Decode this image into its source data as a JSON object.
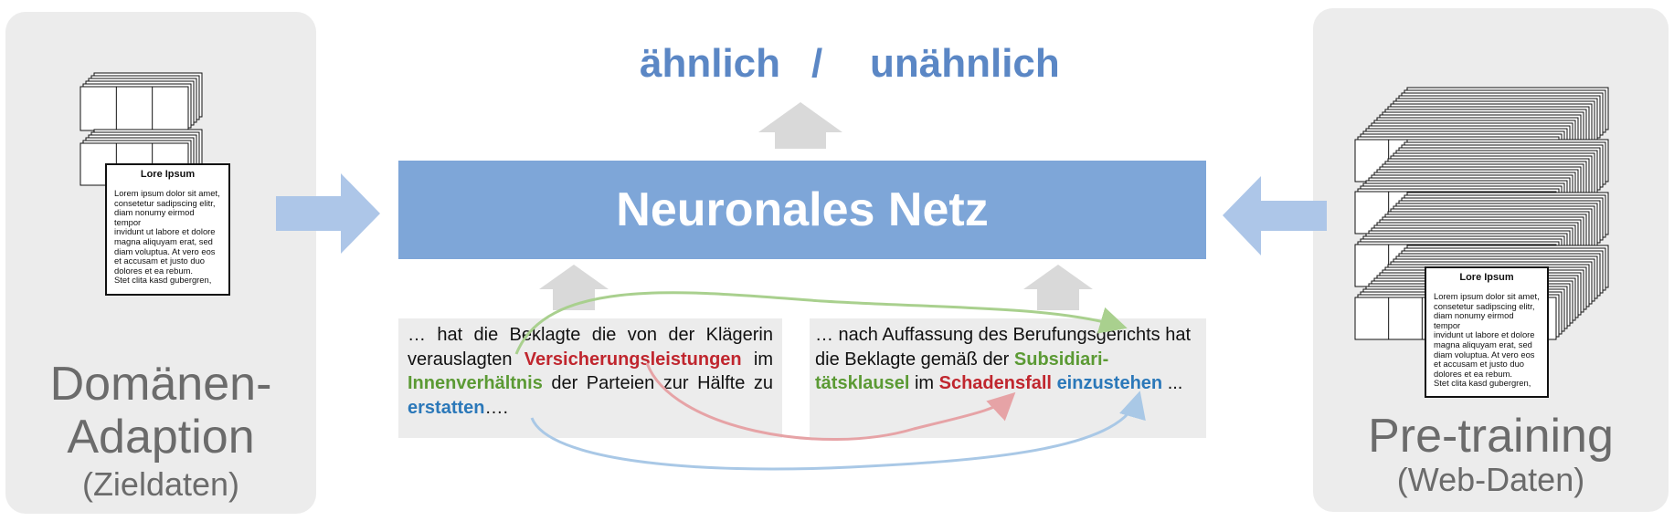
{
  "left_panel": {
    "title_line1": "Domänen-",
    "title_line2": "Adaption",
    "subtitle": "(Zieldaten)"
  },
  "right_panel": {
    "title": "Pre-training",
    "subtitle": "(Web-Daten)"
  },
  "output": {
    "similar": "ähnlich",
    "separator": "/",
    "dissimilar": "unähnlich"
  },
  "network": {
    "label": "Neuronales Netz",
    "color": "#7ea6d8"
  },
  "document": {
    "title": "Lore Ipsum",
    "body_lines": [
      "Lorem ipsum dolor sit amet,",
      " consetetur sadipscing elitr,",
      "diam nonumy eirmod tempor",
      "invidunt ut labore et dolore",
      "magna aliquyam erat, sed",
      "diam voluptua. At vero eos",
      "et accusam et justo duo",
      "dolores et ea rebum.",
      "Stet clita kasd gubergren,"
    ]
  },
  "sentence_left": {
    "p1": "… hat die Beklagte die von der Klägerin verauslagten ",
    "red": "Versicherungsleistungen",
    "p2": " im ",
    "green": "Innenverhältnis",
    "p3": " der Parteien zur Hälfte zu ",
    "blue": "erstatten",
    "p4": "…."
  },
  "sentence_right": {
    "p1": "… nach Auffassung des Berufungsgerichts hat die Beklagte gemäß der ",
    "green": "Subsidiari-tätsklausel",
    "p2": " im ",
    "red": "Schadensfall",
    "p3": " ",
    "blue": "einzustehen",
    "p4": " ..."
  },
  "colors": {
    "panel_bg": "#ececec",
    "panel_text": "#6b6b6b",
    "output_text": "#5b87c5",
    "arrow_light_blue": "#adc6e8",
    "arrow_gray": "#d9d9d9",
    "link_green": "#a9d08e",
    "link_red": "#e6a3a6",
    "link_blue": "#a9c8e6"
  }
}
